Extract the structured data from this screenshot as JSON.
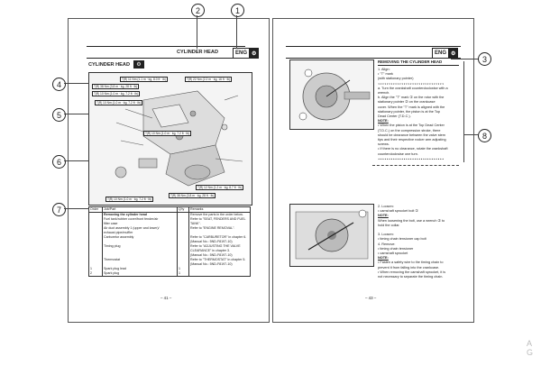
{
  "left_page": {
    "header_title": "CYLINDER HEAD",
    "badge_label": "ENG",
    "section_title": "CYLINDER HEAD",
    "page_number": "– 41 –",
    "torque_labels": [
      "T|R| 11 Nm (1.1 m · kg, 8.0 ft · lb)",
      "T|R| 22 Nm (2.2 m · kg, 16 ft · lb)",
      "T|R| 38 Nm (3.8 m · kg, 28 ft · lb)",
      "T|R| 10 Nm (1.0 m · kg, 7.2 ft · lb)",
      "T|R| 10 Nm (1.0 m · kg, 7.2 ft · lb)",
      "T|R| 10 Nm (1.0 m · kg, 7.2 ft · lb)",
      "T|R| 12 Nm (1.2 m · kg, 8.7 ft · lb)",
      "T|R| 38 Nm (3.8 m · kg, 28 ft · lb)",
      "T|R| 10 Nm (1.0 m · kg, 7.2 ft · lb)"
    ],
    "table": {
      "headers": [
        "Order",
        "Job/Part",
        "Q'ty",
        "Remarks"
      ],
      "rows": [
        {
          "order": "",
          "job": "Removing the cylinder head",
          "qty": "",
          "remarks": "Remove the parts in the order below."
        },
        {
          "order": "",
          "job": "Fuel tank/rubber cover/front fender/air",
          "qty": "",
          "remarks": "Refer to \"SEAT, FENDERS AND FUEL"
        },
        {
          "order": "",
          "job": "filter case",
          "qty": "",
          "remarks": "TANK\"."
        },
        {
          "order": "",
          "job": "Air duct assembly 1 (upper and lower)/",
          "qty": "",
          "remarks": "Refer to \"ENGINE REMOVAL\"."
        },
        {
          "order": "",
          "job": "exhaust pipe/muffler",
          "qty": "",
          "remarks": ""
        },
        {
          "order": "",
          "job": "Carburetor assembly",
          "qty": "",
          "remarks": "Refer to \"CARBURETOR\" in chapter 6."
        },
        {
          "order": "",
          "job": "",
          "qty": "",
          "remarks": "(Manual No.: 5ND-F8197-10)"
        },
        {
          "order": "",
          "job": "Timing plug",
          "qty": "",
          "remarks": "Refer to \"ADJUSTING THE VALVE"
        },
        {
          "order": "",
          "job": "",
          "qty": "",
          "remarks": "CLEARANCE\" in chapter 3."
        },
        {
          "order": "",
          "job": "",
          "qty": "",
          "remarks": "(Manual No.: 5ND-F8197-10)"
        },
        {
          "order": "",
          "job": "Thermostat",
          "qty": "",
          "remarks": "Refer to \"THERMOSTAT\" in chapter 5."
        },
        {
          "order": "",
          "job": "",
          "qty": "",
          "remarks": "(Manual No.: 5ND-F8197-10)"
        },
        {
          "order": "1",
          "job": "Spark plug lead",
          "qty": "1",
          "remarks": ""
        },
        {
          "order": "2",
          "job": "Spark plug",
          "qty": "1",
          "remarks": ""
        }
      ]
    }
  },
  "right_page": {
    "badge_label": "ENG",
    "page_number": "– 43 –",
    "section_heading": "REMOVING THE CYLINDER HEAD",
    "steps_top": [
      "1.  Align:",
      "     • \"T\" mark",
      "       (with stationary pointer)",
      "▼▼▼▼▼▼▼▼▼▼▼▼▼▼▼▼▼▼▼▼▼▼▼▼▼▼▼▼▼▼▼",
      "a. Turn the crankshaft counterclockwise with a",
      "    wrench.",
      "b. Align the \"T\" mark ① on the rotor with the",
      "    stationary pointer ② on the crankcase",
      "    cover. When the \"T\" mark is aligned with the",
      "    stationary pointer, the piston is at the Top",
      "    Dead Center (T.D.C.).",
      "NOTE:",
      "• When the piston is at the Top Dead Center",
      "  (T.D.C.) on the compression stroke, there",
      "  should be clearance between the valve stem",
      "  tips and their respective rocker arm adjusting",
      "  screws.",
      "• If there is no clearance, rotate the crankshaft",
      "  counterclockwise one turn.",
      "▲▲▲▲▲▲▲▲▲▲▲▲▲▲▲▲▲▲▲▲▲▲▲▲▲▲▲▲▲▲▲"
    ],
    "steps_bottom": [
      "2.  Loosen:",
      "     • camshaft sprocket bolt ①",
      "NOTE:",
      "When loosening the bolt, use a wrench ② to",
      "hold the collar.",
      "",
      "3.  Loosen:",
      "     • timing chain tensioner cap bolt",
      "4.  Remove:",
      "     • timing chain tensioner",
      "     • camshaft sprocket",
      "NOTE:",
      "• Fasten a safety wire to the timing chain to",
      "  prevent it from falling into the crankcase.",
      "• When removing the camshaft sprocket, it is",
      "  not necessary to separate the timing chain."
    ]
  },
  "callouts": [
    "1",
    "2",
    "3",
    "4",
    "5",
    "6",
    "7",
    "8"
  ],
  "watermark": "A\nG"
}
